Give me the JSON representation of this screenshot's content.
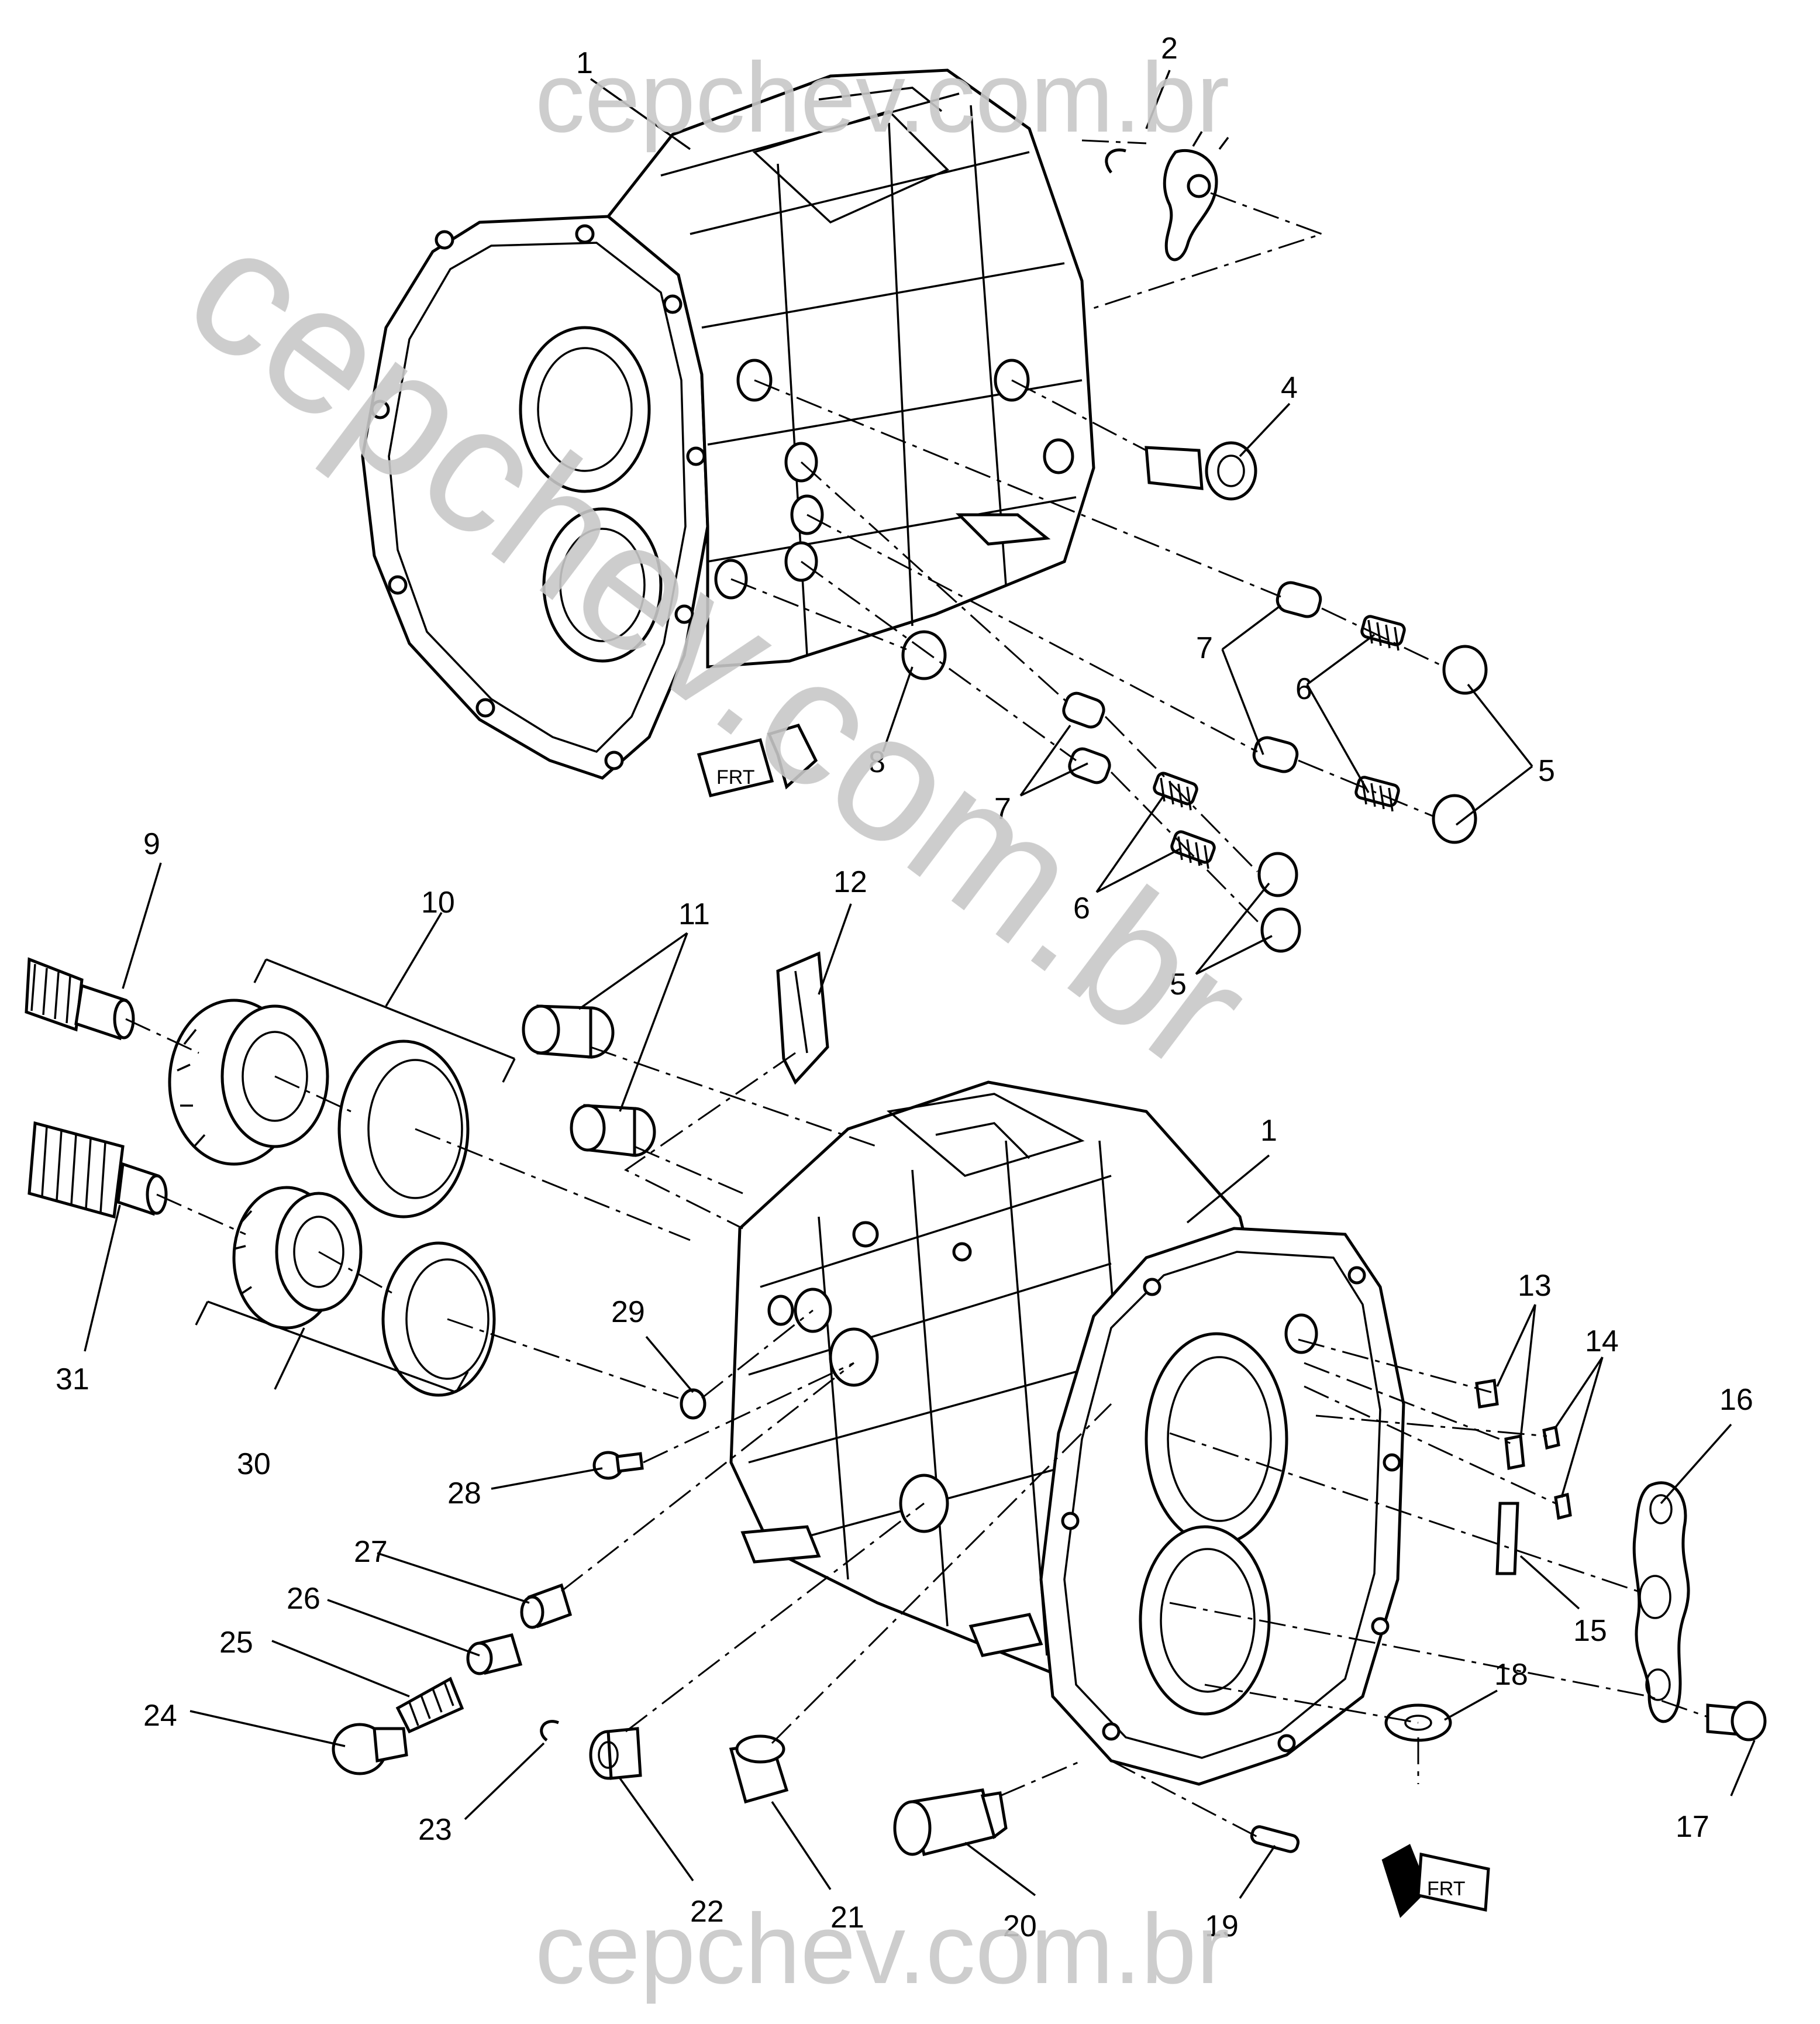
{
  "watermark": {
    "top": "cepchev.com.br",
    "diagonal": "cepchev.com.br",
    "bottom": "cepchev.com.br",
    "color": "#c8c8c8"
  },
  "front_indicator": {
    "label": "FRT"
  },
  "callouts": [
    {
      "id": "c1a",
      "label": "1"
    },
    {
      "id": "c2",
      "label": "2"
    },
    {
      "id": "c4",
      "label": "4"
    },
    {
      "id": "c7a",
      "label": "7"
    },
    {
      "id": "c6a",
      "label": "6"
    },
    {
      "id": "c5a",
      "label": "5"
    },
    {
      "id": "c8",
      "label": "8"
    },
    {
      "id": "c7b",
      "label": "7"
    },
    {
      "id": "c6b",
      "label": "6"
    },
    {
      "id": "c5b",
      "label": "5"
    },
    {
      "id": "c9",
      "label": "9"
    },
    {
      "id": "c10",
      "label": "10"
    },
    {
      "id": "c11",
      "label": "11"
    },
    {
      "id": "c12",
      "label": "12"
    },
    {
      "id": "c1b",
      "label": "1"
    },
    {
      "id": "c13",
      "label": "13"
    },
    {
      "id": "c14",
      "label": "14"
    },
    {
      "id": "c16",
      "label": "16"
    },
    {
      "id": "c15",
      "label": "15"
    },
    {
      "id": "c18",
      "label": "18"
    },
    {
      "id": "c17",
      "label": "17"
    },
    {
      "id": "c19",
      "label": "19"
    },
    {
      "id": "c20",
      "label": "20"
    },
    {
      "id": "c21",
      "label": "21"
    },
    {
      "id": "c22",
      "label": "22"
    },
    {
      "id": "c23",
      "label": "23"
    },
    {
      "id": "c24",
      "label": "24"
    },
    {
      "id": "c25",
      "label": "25"
    },
    {
      "id": "c26",
      "label": "26"
    },
    {
      "id": "c27",
      "label": "27"
    },
    {
      "id": "c28",
      "label": "28"
    },
    {
      "id": "c29",
      "label": "29"
    },
    {
      "id": "c30",
      "label": "30"
    },
    {
      "id": "c31",
      "label": "31"
    }
  ]
}
